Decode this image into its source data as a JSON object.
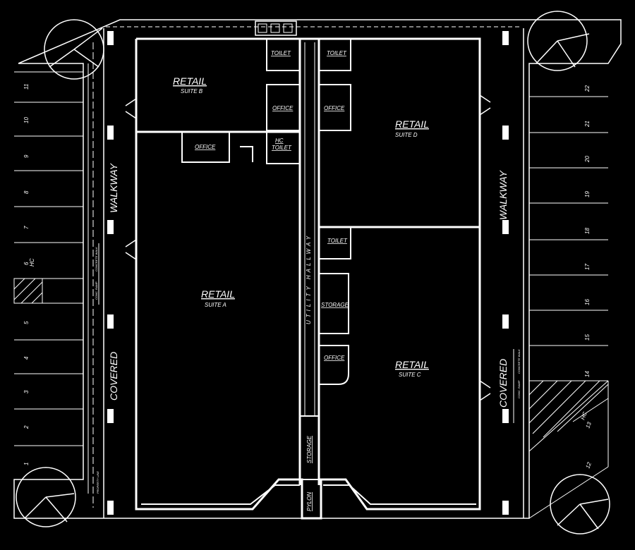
{
  "colors": {
    "background": "#000000",
    "lines": "#ffffff"
  },
  "rooms": {
    "suite_a": {
      "title": "RETAIL",
      "subtitle": "SUITE A"
    },
    "suite_b": {
      "title": "RETAIL",
      "subtitle": "SUITE B"
    },
    "suite_c": {
      "title": "RETAIL",
      "subtitle": "SUITE C"
    },
    "suite_d": {
      "title": "RETAIL",
      "subtitle": "SUITE D"
    },
    "toilet": "TOILET",
    "hc_toilet_top": "HC",
    "hc_toilet_bottom": "TOILET",
    "office": "OFFICE",
    "storage": "STORAGE",
    "utility_hallway": "UTILITY HALLWAY",
    "pylon": "PYLON"
  },
  "walkway_label": "WALKWAY",
  "covered_label": "COVERED",
  "small_notes": {
    "conc_ramp": "CONC. RAMP",
    "concrete_walk": "CONCRETE WALK",
    "property_line": "PROPERTY LINE"
  },
  "parking": {
    "left": [
      "11",
      "10",
      "9",
      "8",
      "7",
      "6",
      "5",
      "4",
      "3",
      "2",
      "1"
    ],
    "left_hc_label": "HC",
    "right": [
      "22",
      "21",
      "20",
      "19",
      "18",
      "17",
      "16",
      "15",
      "14",
      "13",
      "12"
    ],
    "right_hc_label": "HC"
  }
}
